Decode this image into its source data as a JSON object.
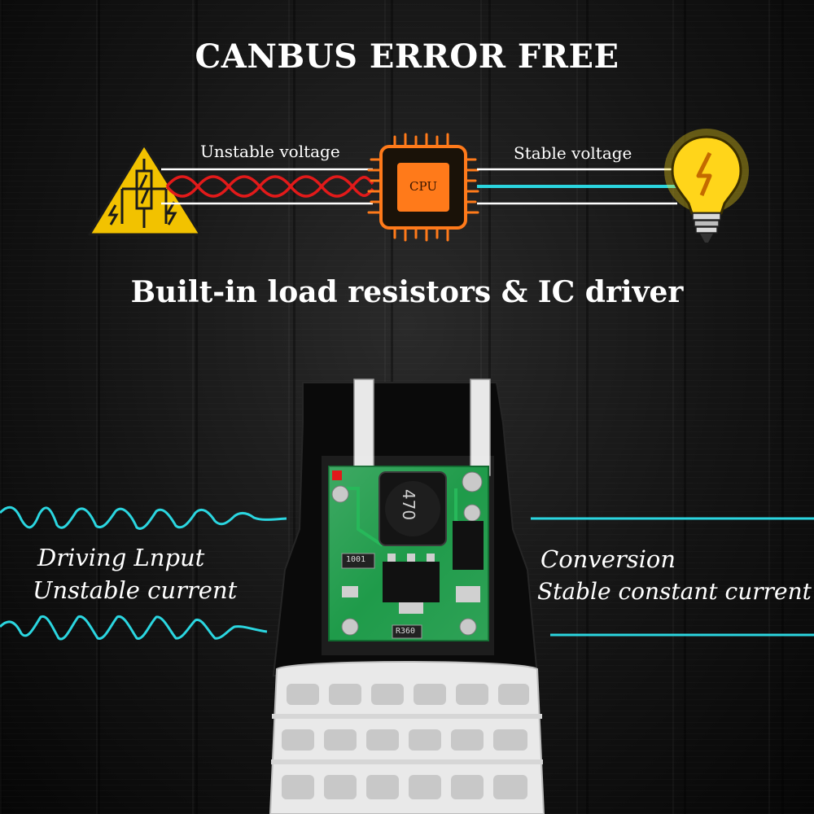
{
  "headline": "CANBUS ERROR FREE",
  "diagram": {
    "left_label": "Unstable voltage",
    "right_label": "Stable voltage",
    "chip_label": "CPU"
  },
  "subheadline": "Built-in load resistors & IC driver",
  "product": {
    "inductor_marking": "470",
    "resistor_marking_1": "1001",
    "resistor_marking_2": "R360"
  },
  "left_text": {
    "line1": "Driving Lnput",
    "line2": "Unstable current"
  },
  "right_text": {
    "line1": "Conversion",
    "line2": "Stable constant current"
  },
  "colors": {
    "warning": "#f2c200",
    "chip": "#ff7a1a",
    "cyan": "#2bd6e0",
    "red_wire": "#e21a1a",
    "bulb": "#ffe01a"
  }
}
